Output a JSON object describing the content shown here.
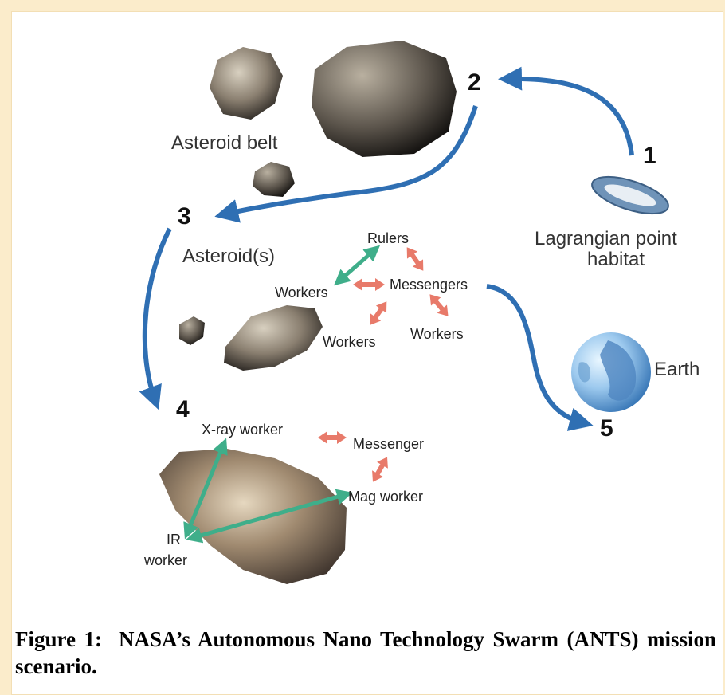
{
  "steps": {
    "s1": "1",
    "s2": "2",
    "s3": "3",
    "s4": "4",
    "s5": "5"
  },
  "labels": {
    "asteroid_belt": "Asteroid belt",
    "asteroids": "Asteroid(s)",
    "lagrangian_line1": "Lagrangian point",
    "lagrangian_line2": "habitat",
    "earth": "Earth"
  },
  "swarm_top": {
    "rulers": "Rulers",
    "messengers": "Messengers",
    "workers_left": "Workers",
    "workers_mid": "Workers",
    "workers_right": "Workers"
  },
  "swarm_bottom": {
    "xray_worker": "X-ray worker",
    "messenger": "Messenger",
    "mag_worker": "Mag worker",
    "ir_line1": "IR",
    "ir_line2": "worker"
  },
  "caption": {
    "label": "Figure 1:",
    "text": "NASA’s Autonomous Nano Technology Swarm (ANTS) mission scenario."
  },
  "colors": {
    "path_arrow": "#2f6fb3",
    "green_link": "#3fae8a",
    "red_link": "#e87a6a",
    "background": "#fbeccb"
  }
}
